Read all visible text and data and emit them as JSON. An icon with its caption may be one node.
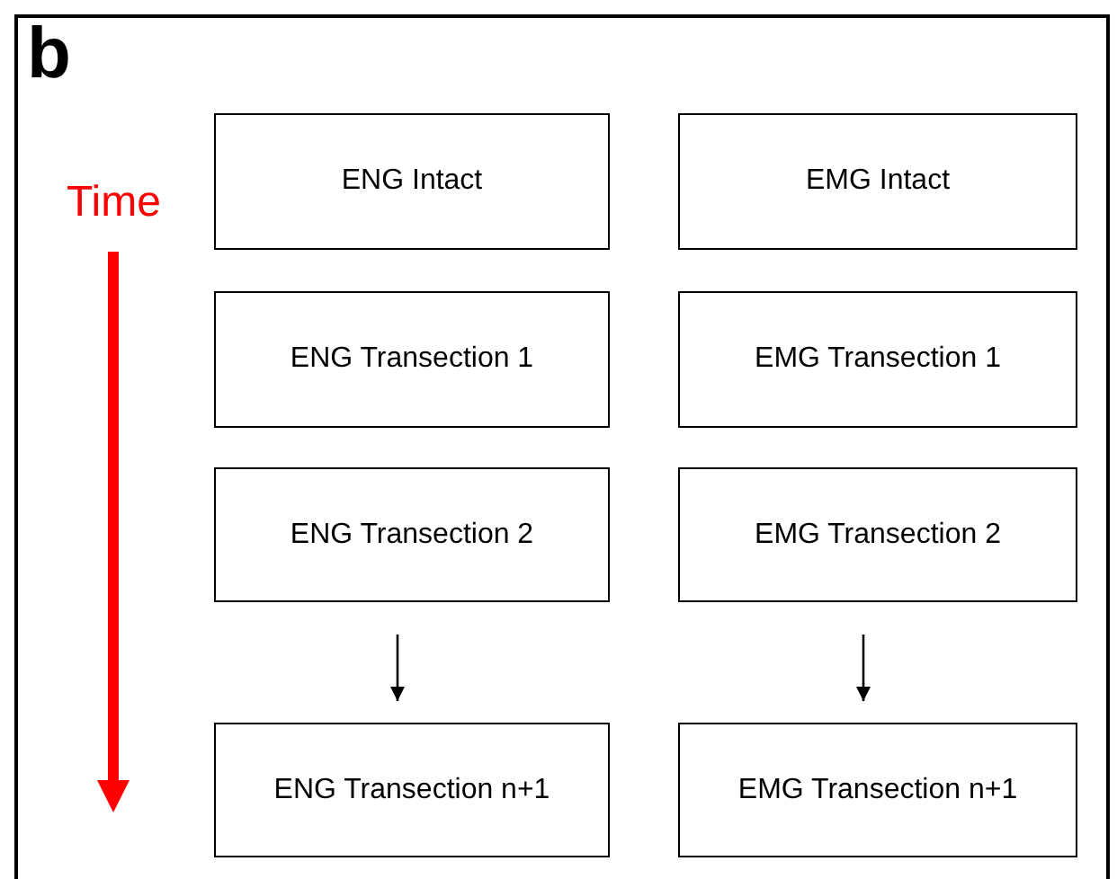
{
  "diagram": {
    "nodes": [
      {
        "text": [
          "ENG Intact"
        ]
      },
      {
        "text": [
          "EMG Intact"
        ]
      },
      {
        "text": [
          "ENG Transection 1"
        ]
      },
      {
        "text": [
          "EMG Transection 1"
        ]
      },
      {
        "text": [
          "ENG Transection 2"
        ]
      },
      {
        "text": [
          "EMG Transection 2"
        ]
      },
      {
        "text": [
          "ENG Transection n+1"
        ]
      },
      {
        "text": [
          "EMG Transection n+1"
        ]
      }
    ],
    "edges": [
      {
        "from": 4,
        "to": 6,
        "arrow": "to"
      },
      {
        "from": 5,
        "to": 7,
        "arrow": "to"
      }
    ],
    "labels": [
      "b",
      "Time"
    ]
  }
}
